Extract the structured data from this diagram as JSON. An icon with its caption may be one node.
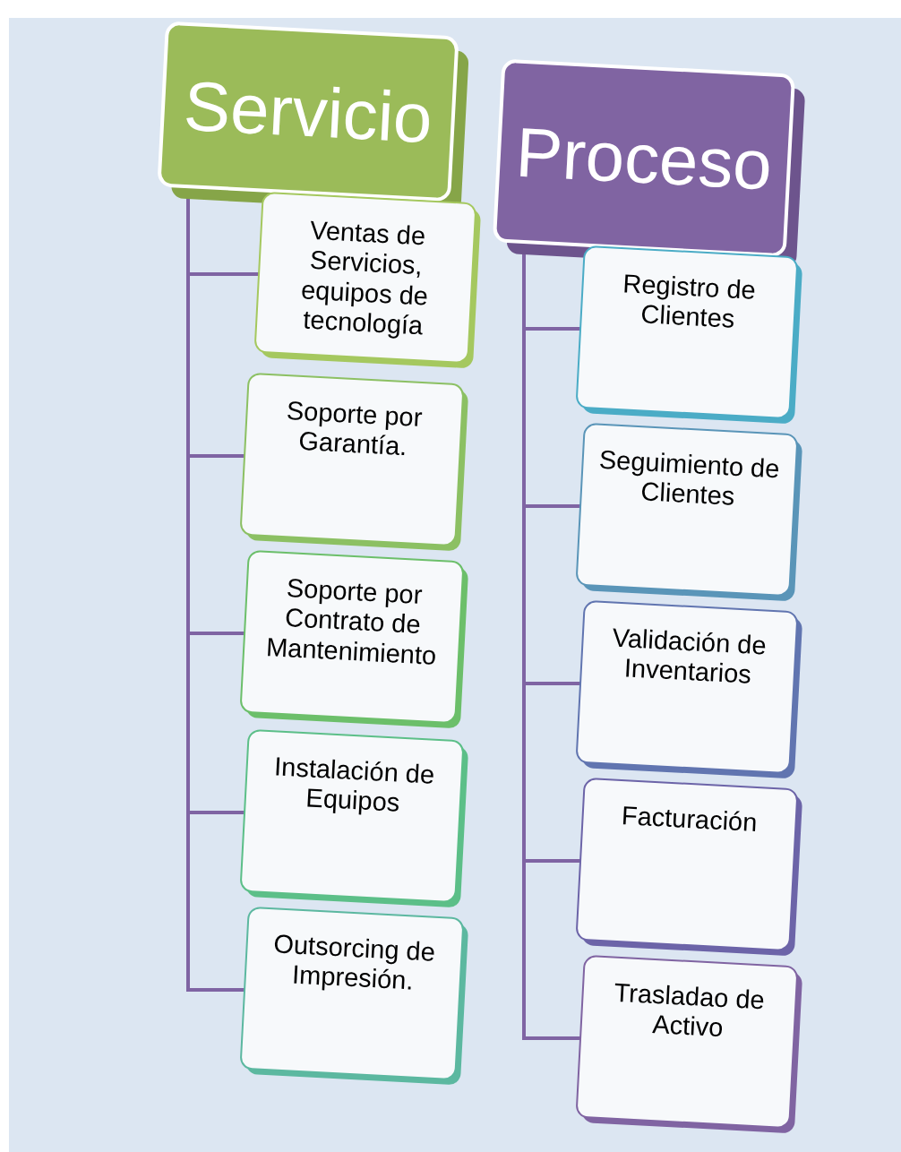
{
  "diagram": {
    "nodes": [
      {
        "text": [
          "Servicio"
        ]
      },
      {
        "text": [
          "Ventas de Servicios, equipos de tecnología"
        ]
      },
      {
        "text": [
          "Soporte por Garantía."
        ]
      },
      {
        "text": [
          "Soporte por Contrato de Mantenimiento"
        ]
      },
      {
        "text": [
          "Instalación de Equipos"
        ]
      },
      {
        "text": [
          "Outsorcing de Impresión."
        ]
      },
      {
        "text": [
          "Proceso"
        ]
      },
      {
        "text": [
          "Registro de Clientes"
        ]
      },
      {
        "text": [
          "Seguimiento de Clientes"
        ]
      },
      {
        "text": [
          "Validación de Inventarios"
        ]
      },
      {
        "text": [
          "Facturación"
        ]
      },
      {
        "text": [
          "Trasladao de Activo"
        ]
      }
    ],
    "edges": [
      {
        "from": 0,
        "to": 1,
        "arrow": "none"
      },
      {
        "from": 0,
        "to": 2,
        "arrow": "none"
      },
      {
        "from": 0,
        "to": 3,
        "arrow": "none"
      },
      {
        "from": 0,
        "to": 4,
        "arrow": "none"
      },
      {
        "from": 0,
        "to": 5,
        "arrow": "none"
      },
      {
        "from": 6,
        "to": 7,
        "arrow": "none"
      },
      {
        "from": 6,
        "to": 8,
        "arrow": "none"
      },
      {
        "from": 6,
        "to": 9,
        "arrow": "none"
      },
      {
        "from": 6,
        "to": 10,
        "arrow": "none"
      },
      {
        "from": 6,
        "to": 11,
        "arrow": "none"
      }
    ]
  }
}
